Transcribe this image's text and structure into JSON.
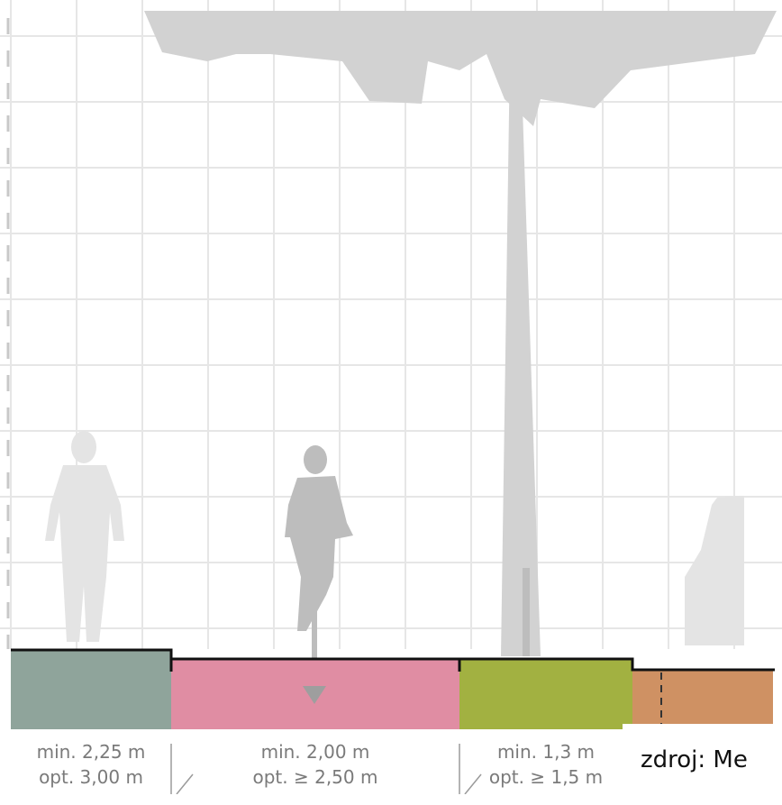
{
  "zones": [
    {
      "key": "sidewalk",
      "min": "min. 2,25 m",
      "opt": "opt. 3,00 m",
      "color": "#8fa49b"
    },
    {
      "key": "cycle-lane",
      "min": "min. 2,00 m",
      "opt": "opt. ≥ 2,50 m",
      "color": "#e08da3"
    },
    {
      "key": "green-strip",
      "min": "min. 1,3 m",
      "opt": "opt. ≥ 1,5 m",
      "color": "#a2b141"
    },
    {
      "key": "roadside",
      "color": "#cf9163"
    }
  ],
  "source": {
    "text": "zdroj: Me"
  },
  "colors": {
    "grid": "#e6e6e6",
    "silhouette_light": "#e4e4e4",
    "silhouette_mid": "#bdbdbd",
    "tree": "#d2d2d2",
    "outline": "#111111"
  }
}
